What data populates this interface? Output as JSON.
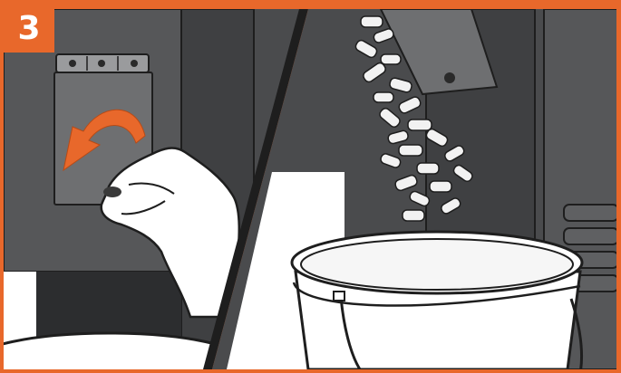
{
  "instruction_step": {
    "number": "3"
  },
  "colors": {
    "accent_orange": "#e8682b",
    "machine_dark": "#4a4b4d",
    "machine_mid": "#5b5c5e",
    "hopper_plate": "#6e6f71",
    "pellet_white": "#f2f2f2",
    "bucket_white": "#ffffff",
    "outline": "#1e1e1e"
  },
  "icons": [
    "curved-arrow-icon",
    "hand-illustration",
    "pellet-pile-illustration",
    "bucket-illustration"
  ]
}
